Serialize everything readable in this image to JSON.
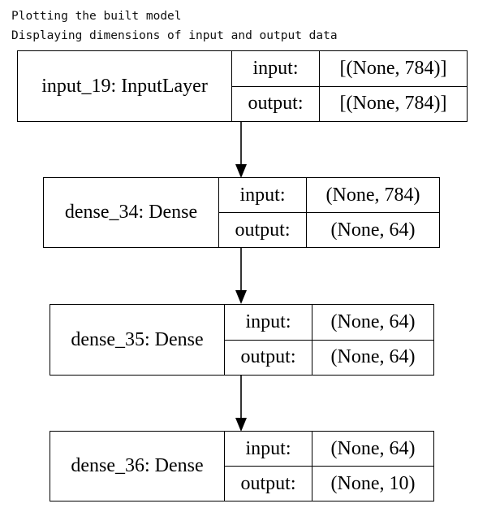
{
  "console": {
    "line1": "Plotting the built model",
    "line2": "Displaying dimensions of input and output data"
  },
  "layers": [
    {
      "name": "input_19: InputLayer",
      "input_label": "input:",
      "output_label": "output:",
      "input_value": "[(None, 784)]",
      "output_value": "[(None, 784)]"
    },
    {
      "name": "dense_34: Dense",
      "input_label": "input:",
      "output_label": "output:",
      "input_value": "(None, 784)",
      "output_value": "(None, 64)"
    },
    {
      "name": "dense_35: Dense",
      "input_label": "input:",
      "output_label": "output:",
      "input_value": "(None, 64)",
      "output_value": "(None, 64)"
    },
    {
      "name": "dense_36: Dense",
      "input_label": "input:",
      "output_label": "output:",
      "input_value": "(None, 64)",
      "output_value": "(None, 10)"
    }
  ]
}
